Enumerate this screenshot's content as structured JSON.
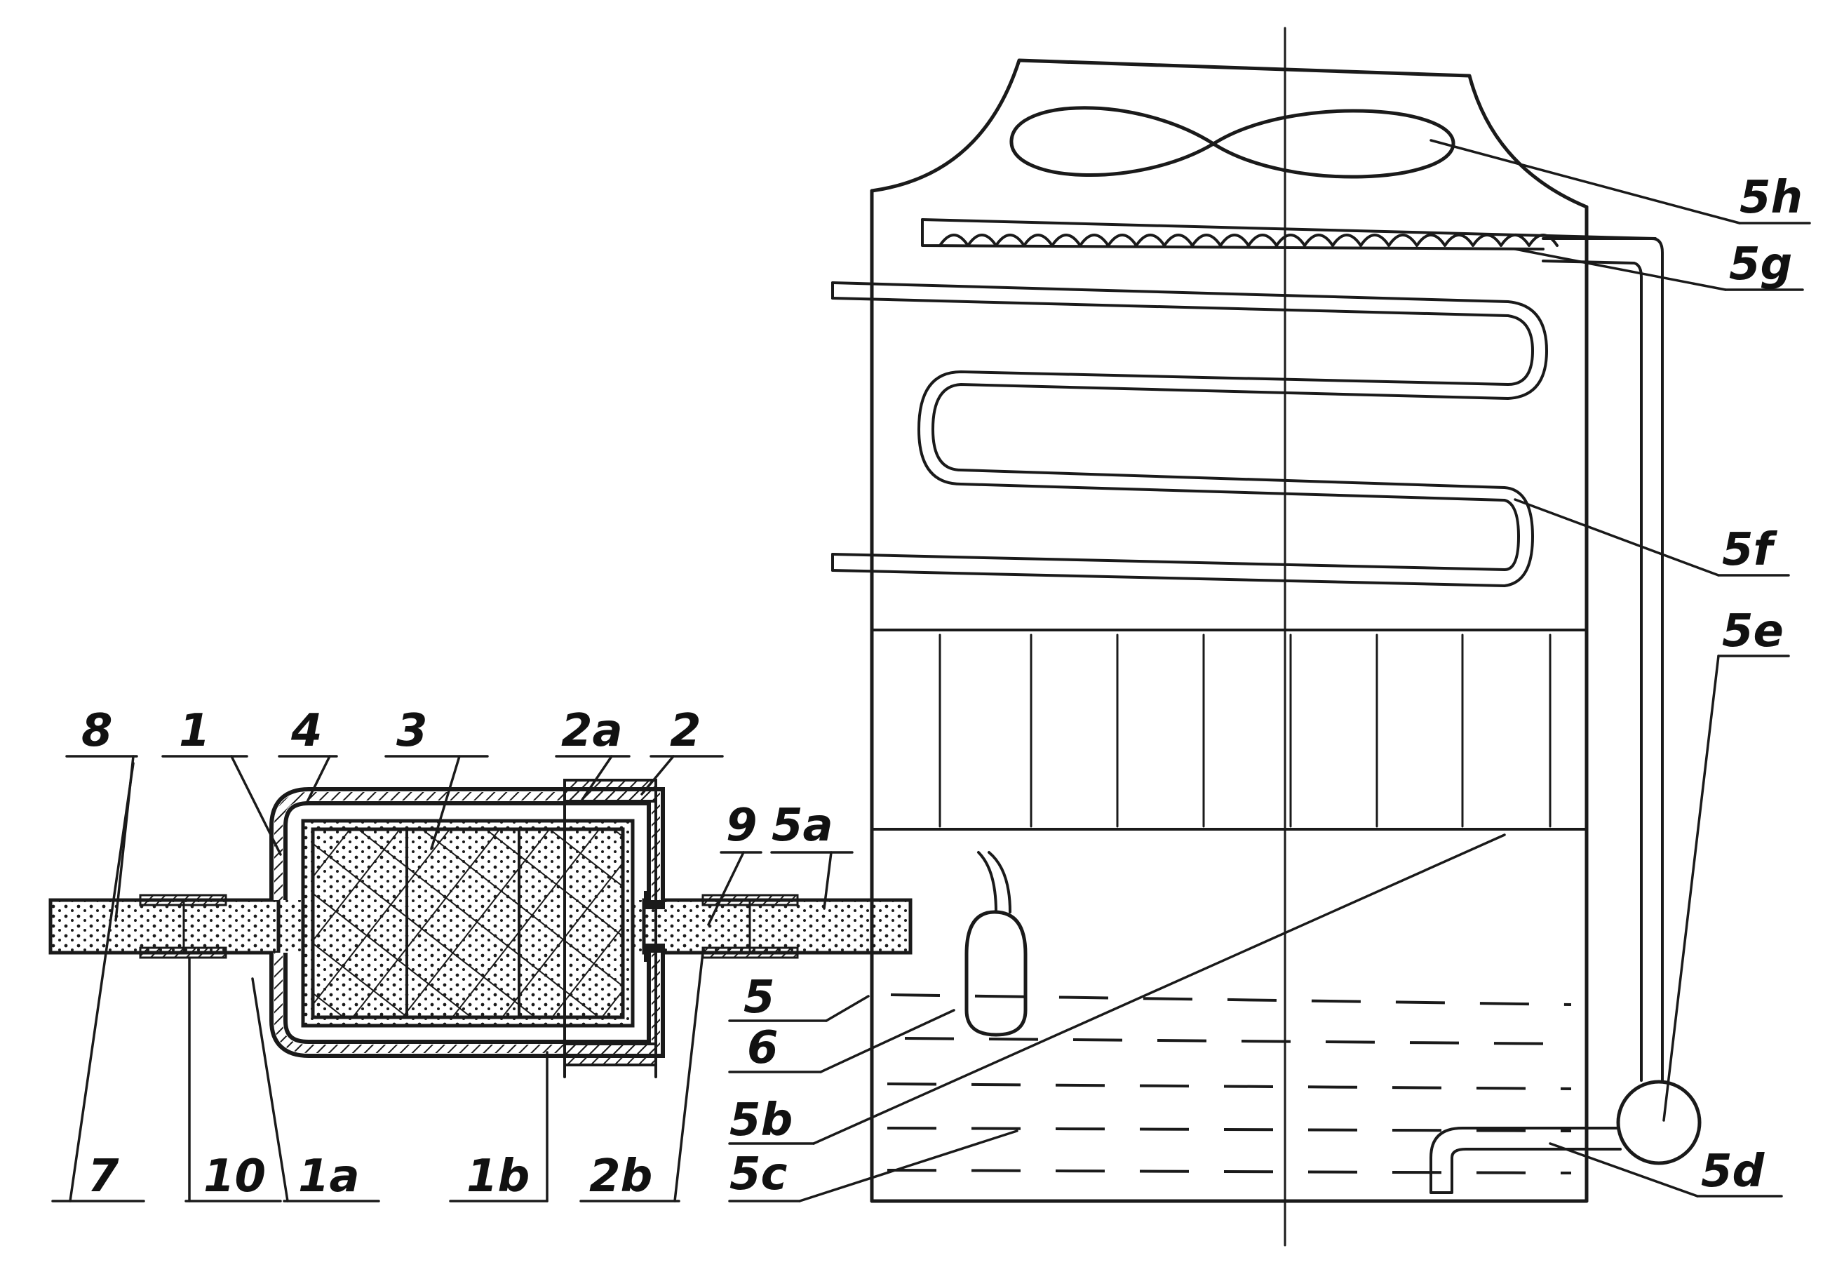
{
  "colors": {
    "ink": "#1a1a1a",
    "background": "#ffffff",
    "water_dash": "#1a1a1a"
  },
  "labels": {
    "l8": "8",
    "l1": "1",
    "l4": "4",
    "l3": "3",
    "l2a": "2a",
    "l2": "2",
    "l9": "9",
    "l5a": "5a",
    "l5": "5",
    "l6": "6",
    "l5b": "5b",
    "l5c": "5c",
    "l7": "7",
    "l10": "10",
    "l1a": "1a",
    "l1b": "1b",
    "l2b": "2b",
    "l5h": "5h",
    "l5g": "5g",
    "l5f": "5f",
    "l5e": "5e",
    "l5d": "5d"
  }
}
